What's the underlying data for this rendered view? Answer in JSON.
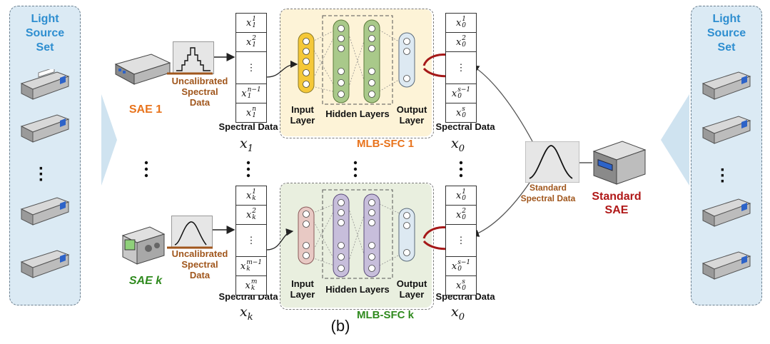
{
  "light_source_left": {
    "title": "Light\nSource\nSet"
  },
  "light_source_right": {
    "title": "Light\nSource\nSet"
  },
  "sae1": {
    "label": "SAE 1",
    "color": "#e8731c"
  },
  "saek": {
    "label": "SAE k",
    "color": "#2f8a1e"
  },
  "uncal_top": "Uncalibrated\nSpectral\nData",
  "uncal_bottom": "Uncalibrated\nSpectral\nData",
  "spectral_data": "Spectral Data",
  "mlb1": {
    "label": "MLB-SFC 1",
    "color": "#e8731c",
    "bg": "#fdf3d7"
  },
  "mlbk": {
    "label": "MLB-SFC k",
    "color": "#2f8a1e",
    "bg": "#e9efdf"
  },
  "input_layer": "Input\nLayer",
  "hidden_layers": "Hidden Layers",
  "output_layer": "Output\nLayer",
  "standard_spectral": "Standard\nSpectral Data",
  "standard_sae": "Standard\nSAE",
  "caption": "(b)",
  "vectors": {
    "x1": {
      "base": "x",
      "sub": "1",
      "cells": [
        [
          "1",
          "1"
        ],
        [
          "2",
          "1"
        ],
        [
          "…",
          ""
        ],
        [
          "n−1",
          "1"
        ],
        [
          "n",
          "1"
        ]
      ]
    },
    "xk": {
      "base": "x",
      "sub": "k",
      "cells": [
        [
          "1",
          "k"
        ],
        [
          "2",
          "k"
        ],
        [
          "…",
          ""
        ],
        [
          "m−1",
          "k"
        ],
        [
          "m",
          "k"
        ]
      ]
    },
    "x0": {
      "base": "x",
      "sub": "0",
      "cells": [
        [
          "1",
          "0"
        ],
        [
          "2",
          "0"
        ],
        [
          "…",
          ""
        ],
        [
          "s−1",
          "0"
        ],
        [
          "s",
          "0"
        ]
      ]
    }
  },
  "colors": {
    "accent_blue": "#2e8ed0",
    "dark_red": "#b01818",
    "brown": "#a0561c",
    "input_yellow": "#f5c838",
    "hidden_green": "#a9c98a",
    "input_pink": "#e8c9c4",
    "hidden_purple": "#c7bedb"
  }
}
